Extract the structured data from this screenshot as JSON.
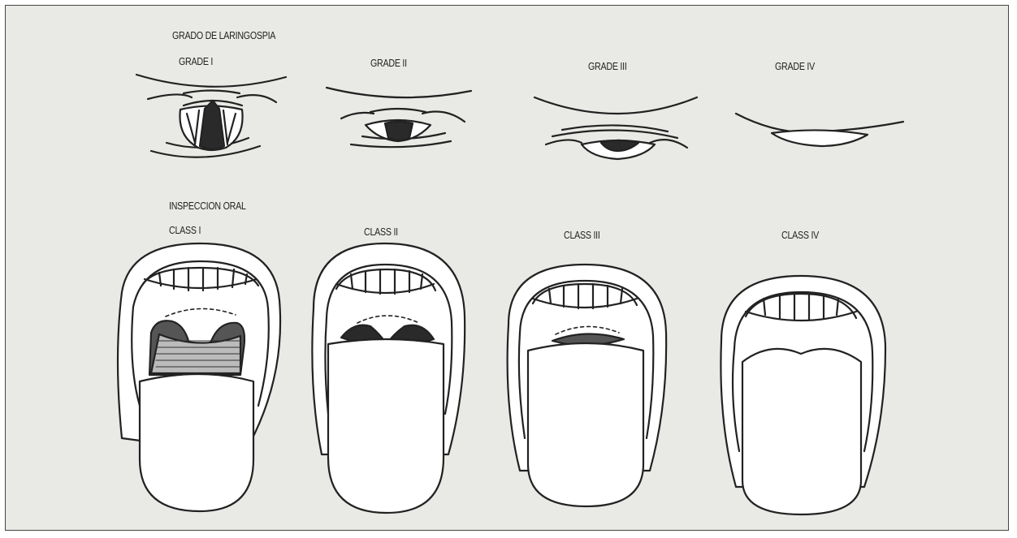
{
  "laryngoscopy": {
    "heading": "GRADO DE LARINGOSPIA",
    "grades": [
      {
        "label": "GRADE  I"
      },
      {
        "label": "GRADE II"
      },
      {
        "label": "GRADE III"
      },
      {
        "label": "GRADE IV"
      }
    ]
  },
  "oral_inspection": {
    "heading": "INSPECCION ORAL",
    "classes": [
      {
        "label": "CLASS I"
      },
      {
        "label": "CLASS II"
      },
      {
        "label": "CLASS III"
      },
      {
        "label": "CLASS IV"
      }
    ]
  },
  "colors": {
    "background": "#e9e9e6",
    "ink": "#222222",
    "fill_light": "#ffffff",
    "fill_dark": "#2a2a2a"
  }
}
